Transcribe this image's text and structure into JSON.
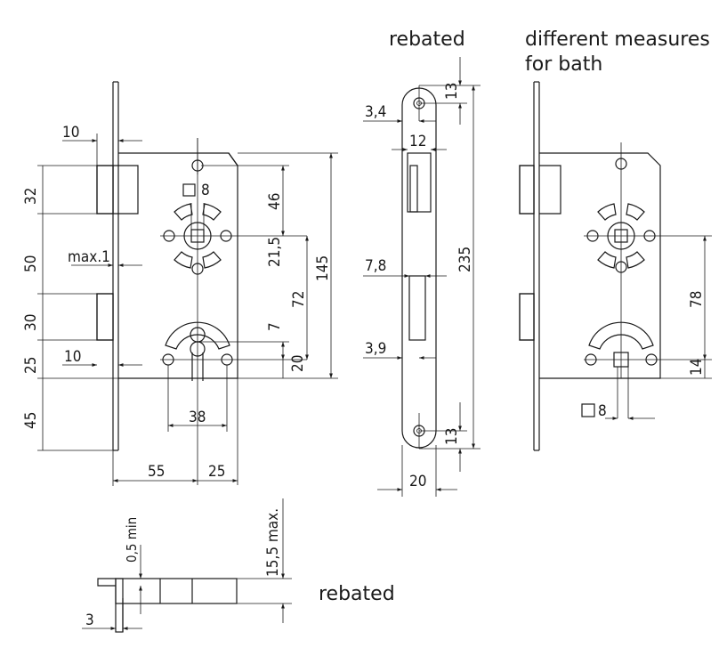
{
  "captions": {
    "rebated_top": "rebated",
    "bath_line1": "different measures",
    "bath_line2": "for bath",
    "rebated_bottom": "rebated"
  },
  "dimensions": {
    "d10_top": "10",
    "sq8_main": "8",
    "d46": "46",
    "d32": "32",
    "d50": "50",
    "max1": "max.1",
    "d21_5": "21,5",
    "d72": "72",
    "d145": "145",
    "d30": "30",
    "d7": "7",
    "d20_right": "20",
    "d25_left": "25",
    "d10_bottom": "10",
    "d38": "38",
    "d45": "45",
    "d55": "55",
    "d25_bottom": "25",
    "d3_4": "3,4",
    "d13_top": "13",
    "d12": "12",
    "d235": "235",
    "d7_8": "7,8",
    "d3_9": "3,9",
    "d13_bottom": "13",
    "d20_front": "20",
    "d78": "78",
    "d14": "14",
    "sq8_bath": "8",
    "d0_5min": "0,5 min",
    "d15_5max": "15,5 max.",
    "d3": "3"
  }
}
